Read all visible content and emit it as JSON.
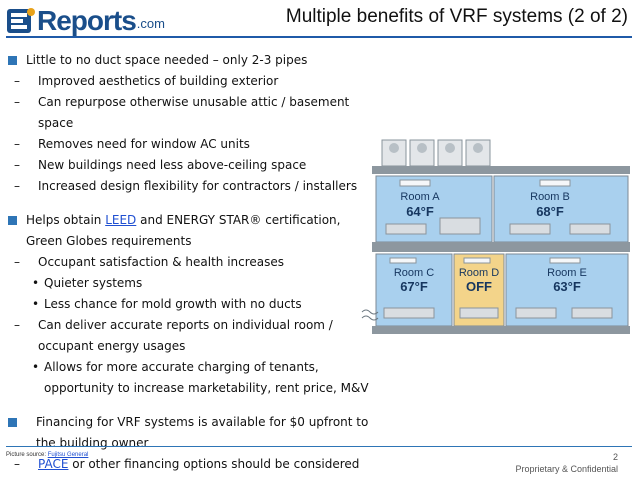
{
  "logo": {
    "word": "Reports",
    "suffix": ".com"
  },
  "title": "Multiple benefits of VRF systems (2 of 2)",
  "bullets": {
    "b1": "Little to no duct space needed – only 2-3 pipes",
    "b1_subs": [
      "Improved aesthetics of building exterior",
      "Can repurpose otherwise unusable attic / basement space",
      "Removes need for window AC units",
      "New buildings need less above-ceiling space",
      "Increased design flexibility for contractors / installers"
    ],
    "b2_pre": "Helps obtain ",
    "b2_link": "LEED",
    "b2_post": " and ENERGY STAR® certification, Green Globes requirements",
    "b2_sub1": "Occupant satisfaction & health increases",
    "b2_sub1_items": [
      "Quieter systems",
      "Less chance for mold growth with no ducts"
    ],
    "b2_sub2": "Can deliver accurate reports on individual room / occupant energy usages",
    "b2_sub2_items": [
      "Allows for more accurate charging of tenants, opportunity to increase marketability, rent price, M&V"
    ],
    "b3": "Financing for VRF systems is available for $0 upfront to the building owner",
    "b3_sub_link": "PACE",
    "b3_sub_post": " or other financing options should be considered"
  },
  "illustration": {
    "rooms": [
      {
        "name": "Room A",
        "temp": "64°F"
      },
      {
        "name": "Room B",
        "temp": "68°F"
      },
      {
        "name": "Room C",
        "temp": "67°F"
      },
      {
        "name": "Room D",
        "temp": "OFF"
      },
      {
        "name": "Room E",
        "temp": "63°F"
      }
    ],
    "colors": {
      "cool": "#a9d0ee",
      "off": "#f3d48a",
      "frame": "#7d8a95",
      "label": "#16365f"
    }
  },
  "source": {
    "prefix": "Picture source: ",
    "link": "Fujitsu General"
  },
  "page_number": "2",
  "footer": "Proprietary & Confidential",
  "colors": {
    "accent": "#2e75b6",
    "link": "#1f4fd1",
    "brand": "#1a4e8a"
  }
}
